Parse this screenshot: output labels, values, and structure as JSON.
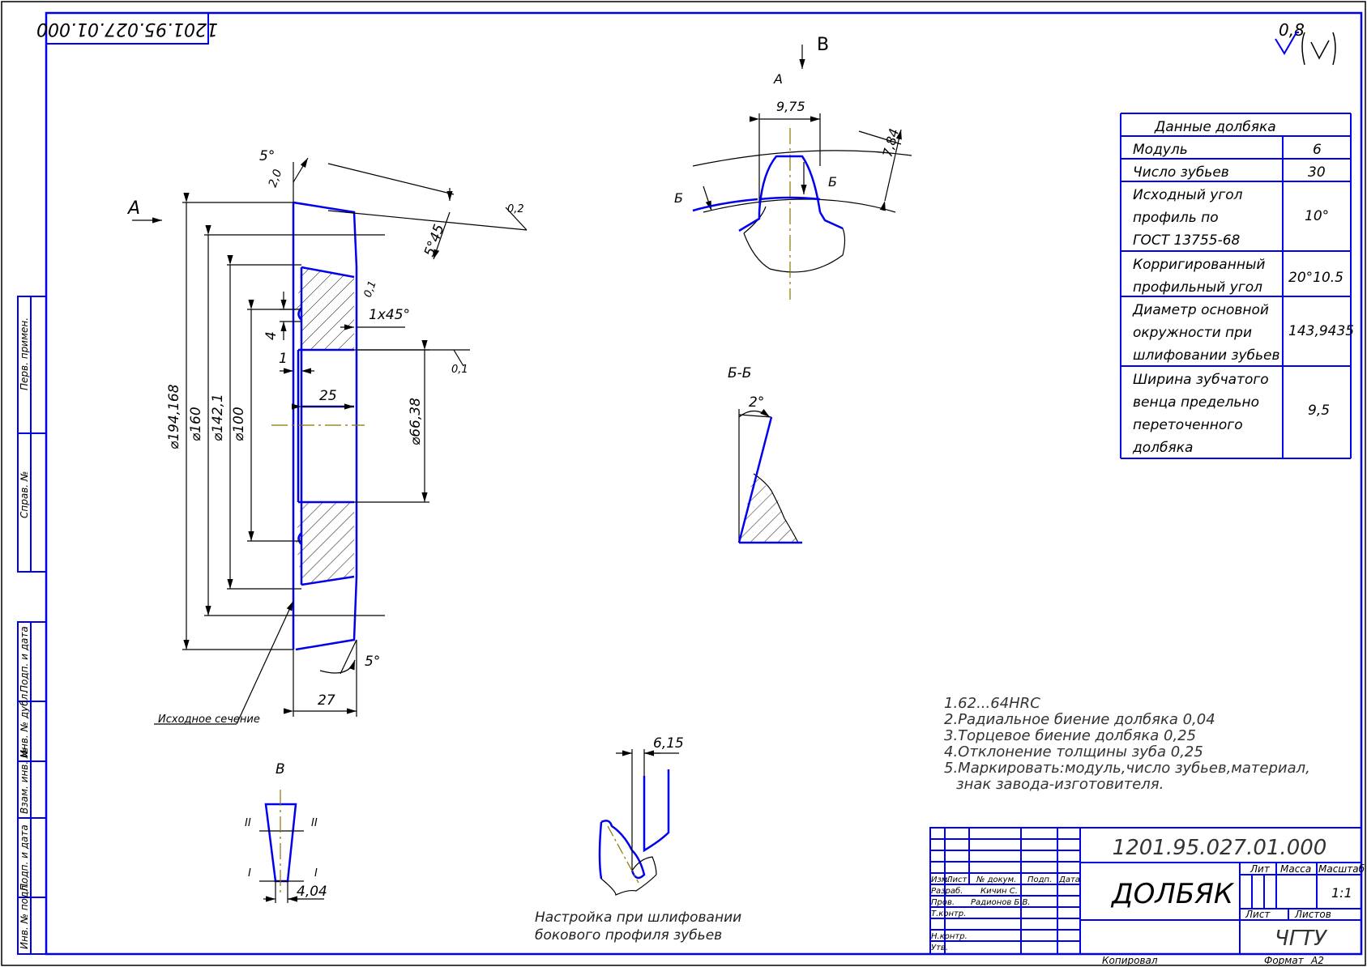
{
  "doc_code_rotated": "1201.95.027.01.000",
  "roughness": "0,8",
  "views": {
    "view_A_label": "A",
    "view_B_label": "B",
    "view_V_label": "В",
    "section_BB": "Б-Б",
    "section_B_mark": "Б",
    "view_A_side": "A",
    "source_section": "Исходное сечение",
    "setup_caption_line1": "Настройка при шлифовании",
    "setup_caption_line2": "бокового профиля зубьев"
  },
  "dims": {
    "d194": "⌀194,168",
    "d160": "⌀160",
    "d142": "⌀142,1",
    "d100": "⌀100",
    "d66": "⌀66,38",
    "w25": "25",
    "w27": "27",
    "w1": "1",
    "w4": "4",
    "ang5_top": "5°",
    "ang5_bot": "5°",
    "ang_545": "5°45",
    "r02": "0,2",
    "chamfer": "1x45°",
    "r01_a": "0,1",
    "r01_b": "0,1",
    "t20": "2,0",
    "v975": "9,75",
    "v784": "7,84",
    "ang2": "2°",
    "v404": "4,04",
    "v615": "6,15",
    "roman2_l": "II",
    "roman2_r": "II",
    "roman1_l": "I",
    "roman1_r": "I"
  },
  "table": {
    "title": "Данные долбяка",
    "rows": [
      {
        "label": [
          "Модуль"
        ],
        "value": "6"
      },
      {
        "label": [
          "Число зубьев"
        ],
        "value": "30"
      },
      {
        "label": [
          "Исходный угол",
          "профиль по",
          "ГОСТ 13755-68"
        ],
        "value": "10°"
      },
      {
        "label": [
          "Корригированный",
          "профильный угол"
        ],
        "value": "20°10.5"
      },
      {
        "label": [
          "Диаметр основной",
          "окружности при",
          "шлифовании зубьев"
        ],
        "value": "143,9435"
      },
      {
        "label": [
          "Ширина зубчатого",
          "венца предельно",
          "переточенного",
          "долбяка"
        ],
        "value": "9,5"
      }
    ]
  },
  "notes": [
    "1.62...64HRC",
    "2.Радиальное биение долбяка 0,04",
    "3.Торцевое биение долбяка 0,25",
    "4.Отклонение толщины зуба 0,25",
    "5.Маркировать:модуль,число зубьев,материал,",
    "знак завода-изготовителя."
  ],
  "side_strip": [
    "Перв. примен.",
    "Справ. №",
    "Подп. и дата",
    "Инв. № дубл.",
    "Взам. инв. №",
    "Подп. и дата",
    "Инв. № подл."
  ],
  "title_block": {
    "doc_code": "1201.95.027.01.000",
    "name": "ДОЛБЯК",
    "org": "ЧГТУ",
    "col_headers": [
      "Изм.",
      "Лист",
      "№ докум.",
      "Подп.",
      "Дата"
    ],
    "rows": [
      "Разраб.",
      "Пров.",
      "Т.контр.",
      "Н.контр.",
      "Утв."
    ],
    "developer": "Кичин С.",
    "checker": "Радионов Б.В.",
    "lit": "Лит",
    "mass": "Масса",
    "scale": "Масштаб",
    "scale_val": "1:1",
    "sheet": "Лист",
    "sheets": "Листов",
    "copied": "Копировал",
    "format": "Формат",
    "format_val": "A2"
  }
}
